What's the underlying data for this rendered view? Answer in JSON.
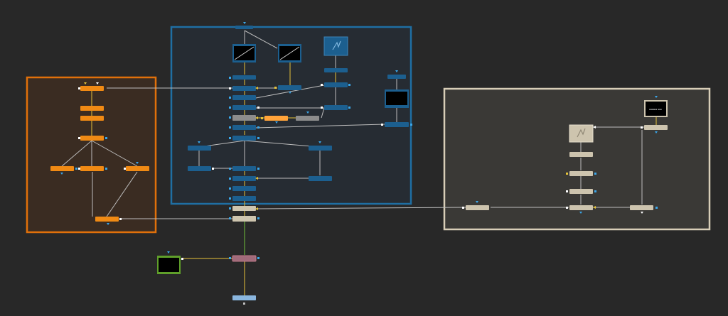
{
  "app": {
    "view": "node-flow"
  },
  "colors": {
    "background": "#282828",
    "group_orange_border": "#e0700a",
    "group_orange_fill": "#3a2c22",
    "group_blue_border": "#1f6fa3",
    "group_blue_fill": "#262c33",
    "group_tan_border": "#d8ceb8",
    "group_tan_fill": "#3a3936",
    "node_orange": "#f08a14",
    "node_blue": "#1c5f8f",
    "node_gray": "#8c8c8c",
    "node_tan": "#cdc4ae",
    "node_highlight_orange": "#ffa33a",
    "node_merge_pink": "#a06a7a",
    "node_output_blue": "#8ab6de",
    "wire_gray": "#bdbdbd",
    "wire_yellow": "#e7c23a",
    "wire_green": "#6fbf3a",
    "port_blue": "#3aa7ea",
    "port_yellow": "#e6c43a",
    "thumb_border_green": "#5f9f2a"
  },
  "groups": [
    {
      "name": "group-orange",
      "color": "orange"
    },
    {
      "name": "group-blue",
      "color": "blue"
    },
    {
      "name": "group-tan",
      "color": "tan"
    }
  ],
  "thumbnail_text": {
    "tan_top_thumbnail": "▬▬▬▬ ▬▬"
  }
}
